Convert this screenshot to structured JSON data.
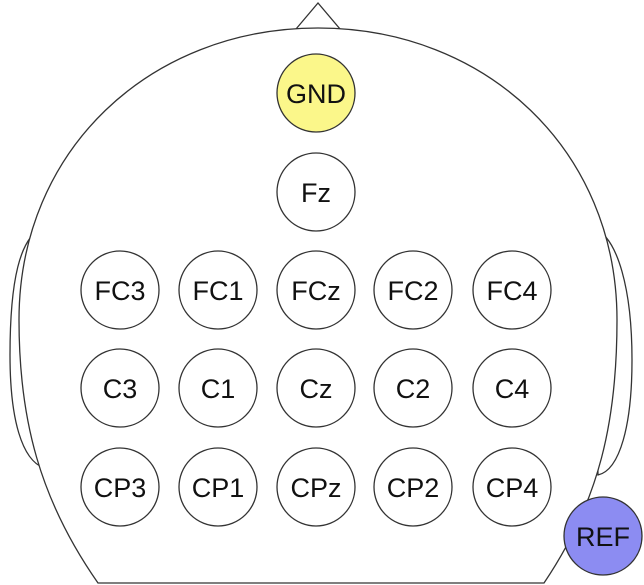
{
  "diagram": {
    "colors": {
      "default_fill": "#ffffff",
      "ground_fill": "#fbf78a",
      "reference_fill": "#8c8cf2",
      "outline": "#333333"
    },
    "electrodes": [
      {
        "id": "gnd",
        "label": "GND",
        "role": "ground"
      },
      {
        "id": "fz",
        "label": "Fz",
        "role": "channel"
      },
      {
        "id": "fc3",
        "label": "FC3",
        "role": "channel"
      },
      {
        "id": "fc1",
        "label": "FC1",
        "role": "channel"
      },
      {
        "id": "fcz",
        "label": "FCz",
        "role": "channel"
      },
      {
        "id": "fc2",
        "label": "FC2",
        "role": "channel"
      },
      {
        "id": "fc4",
        "label": "FC4",
        "role": "channel"
      },
      {
        "id": "c3",
        "label": "C3",
        "role": "channel"
      },
      {
        "id": "c1",
        "label": "C1",
        "role": "channel"
      },
      {
        "id": "cz",
        "label": "Cz",
        "role": "channel"
      },
      {
        "id": "c2",
        "label": "C2",
        "role": "channel"
      },
      {
        "id": "c4",
        "label": "C4",
        "role": "channel"
      },
      {
        "id": "cp3",
        "label": "CP3",
        "role": "channel"
      },
      {
        "id": "cp1",
        "label": "CP1",
        "role": "channel"
      },
      {
        "id": "cpz",
        "label": "CPz",
        "role": "channel"
      },
      {
        "id": "cp2",
        "label": "CP2",
        "role": "channel"
      },
      {
        "id": "cp4",
        "label": "CP4",
        "role": "channel"
      },
      {
        "id": "ref",
        "label": "REF",
        "role": "reference"
      }
    ]
  }
}
